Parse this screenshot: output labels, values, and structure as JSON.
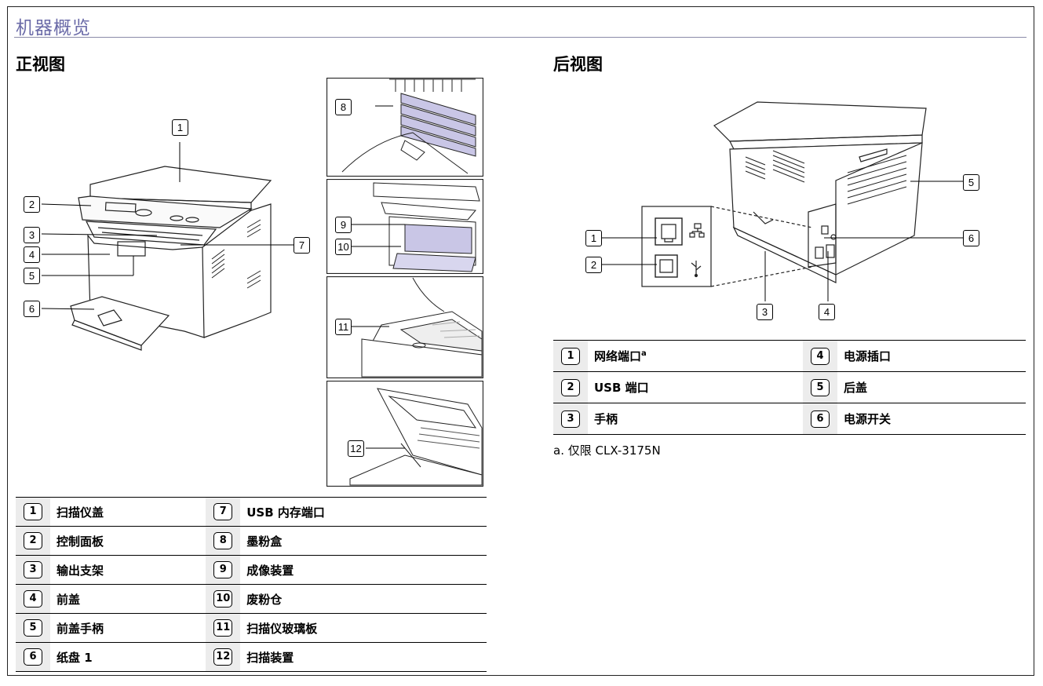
{
  "page": {
    "title": "机器概览"
  },
  "front": {
    "title": "正视图",
    "callouts": [
      "1",
      "2",
      "3",
      "4",
      "5",
      "6",
      "7",
      "8",
      "9",
      "10",
      "11",
      "12"
    ],
    "legend": [
      [
        {
          "num": "1",
          "label": "扫描仪盖"
        },
        {
          "num": "7",
          "label": "USB 内存端口"
        }
      ],
      [
        {
          "num": "2",
          "label": "控制面板"
        },
        {
          "num": "8",
          "label": "墨粉盒"
        }
      ],
      [
        {
          "num": "3",
          "label": "输出支架"
        },
        {
          "num": "9",
          "label": "成像装置"
        }
      ],
      [
        {
          "num": "4",
          "label": "前盖"
        },
        {
          "num": "10",
          "label": "废粉仓"
        }
      ],
      [
        {
          "num": "5",
          "label": "前盖手柄"
        },
        {
          "num": "11",
          "label": "扫描仪玻璃板"
        }
      ],
      [
        {
          "num": "6",
          "label": "纸盘 1"
        },
        {
          "num": "12",
          "label": "扫描装置"
        }
      ]
    ]
  },
  "rear": {
    "title": "后视图",
    "callouts": [
      "1",
      "2",
      "3",
      "4",
      "5",
      "6"
    ],
    "legend": [
      [
        {
          "num": "1",
          "label": "网络端口",
          "sup": "a"
        },
        {
          "num": "4",
          "label": "电源插口"
        }
      ],
      [
        {
          "num": "2",
          "label": "USB 端口"
        },
        {
          "num": "5",
          "label": "后盖"
        }
      ],
      [
        {
          "num": "3",
          "label": "手柄"
        },
        {
          "num": "6",
          "label": "电源开关"
        }
      ]
    ],
    "footnote": {
      "marker": "a.",
      "text": "仅限 CLX-3175N"
    }
  },
  "icons": [
    "network-port-icon",
    "usb-icon"
  ]
}
